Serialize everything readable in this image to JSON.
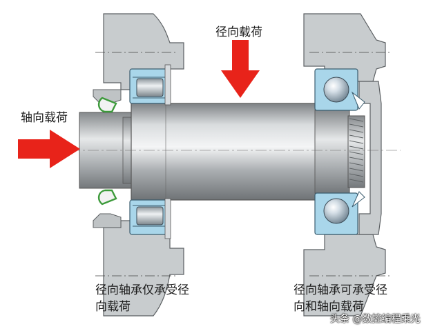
{
  "labels": {
    "radial_load": "径向载荷",
    "axial_load": "轴向载荷",
    "left_bearing_line1": "径向轴承仅承受径",
    "left_bearing_line2": "向载荷",
    "right_bearing_line1": "径向轴承可承受径",
    "right_bearing_line2": "向和轴向载荷"
  },
  "watermark": "头条 @数控编程乘光",
  "colors": {
    "arrow": "#e8231a",
    "housing": "#c8ccce",
    "shaft": "#b4b8bb",
    "bearing_ring": "#a9d6ea",
    "seal": "#3c9a3a"
  }
}
